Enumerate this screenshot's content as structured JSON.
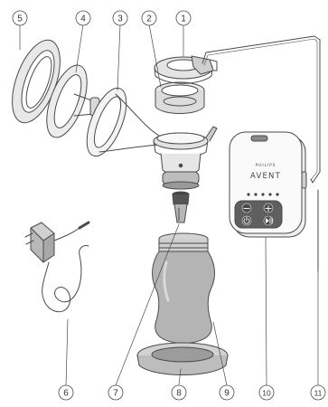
{
  "callouts": [
    "1",
    "2",
    "3",
    "4",
    "5",
    "6",
    "7",
    "8",
    "9",
    "10",
    "11"
  ],
  "device": {
    "brand_small": "PHILIPS",
    "brand_large": "AVENT",
    "minus_glyph": "−",
    "plus_glyph": "+"
  },
  "colors": {
    "line": "#4a4a4a",
    "fill_light": "#e6e6e6",
    "fill_mid": "#c8c8c8",
    "fill_dark": "#7a7a7a",
    "panel": "#5f5f5f"
  }
}
